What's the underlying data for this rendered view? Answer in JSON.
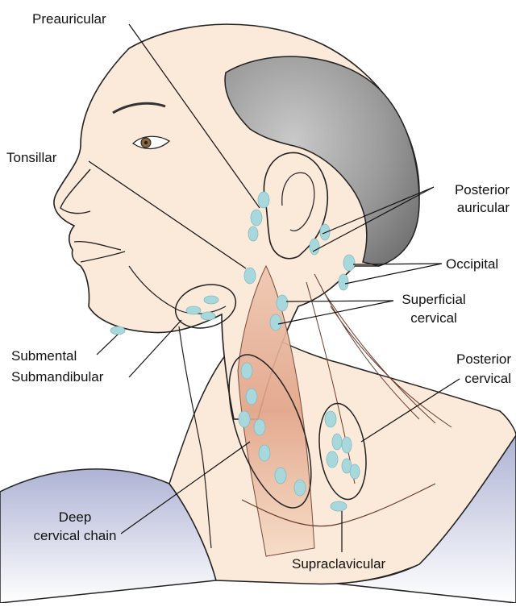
{
  "labels": {
    "preauricular": "Preauricular",
    "tonsillar": "Tonsillar",
    "posterior_auricular_1": "Posterior",
    "posterior_auricular_2": "auricular",
    "occipital": "Occipital",
    "superficial_cervical_1": "Superficial",
    "superficial_cervical_2": "cervical",
    "submental": "Submental",
    "submandibular": "Submandibular",
    "posterior_cervical_1": "Posterior",
    "posterior_cervical_2": "cervical",
    "deep_cervical_1": "Deep",
    "deep_cervical_2": "cervical chain",
    "supraclavicular": "Supraclavicular"
  },
  "colors": {
    "skin": "#fbe9d9",
    "hair": "#9c9c9c",
    "node": "#a8d8dc",
    "muscle": "#e8b39a",
    "cloth": "#c7cbe0",
    "line": "#222222"
  }
}
